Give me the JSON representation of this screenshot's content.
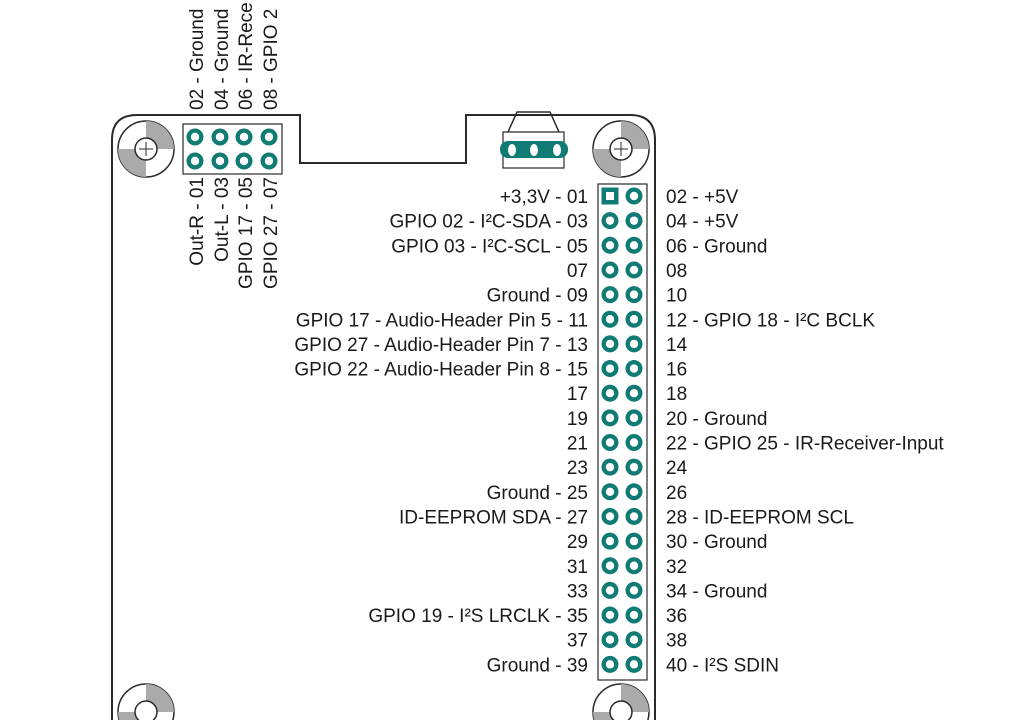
{
  "colors": {
    "pad_teal": "#0f7b74",
    "outline": "#2a2a2a",
    "text": "#1a1a1a",
    "mount_gray": "#aaaaaa"
  },
  "audio_header": {
    "top_labels": [
      "02 - Ground",
      "04 - Ground",
      "06 - IR-Rece",
      "08 - GPIO 2"
    ],
    "bottom_labels": [
      "Out-R - 01",
      "Out-L - 03",
      "GPIO 17 - 05",
      "GPIO 27 - 07"
    ]
  },
  "gpio_header": {
    "left_labels": [
      "+3,3V - 01",
      "GPIO 02 - I²C-SDA - 03",
      "GPIO 03 - I²C-SCL - 05",
      "07",
      "Ground - 09",
      "GPIO 17 - Audio-Header Pin 5 - 11",
      "GPIO 27 - Audio-Header Pin 7 - 13",
      "GPIO 22 - Audio-Header Pin 8 - 15",
      "17",
      "19",
      "21",
      "23",
      "Ground - 25",
      "ID-EEPROM SDA - 27",
      "29",
      "31",
      "33",
      "GPIO 19 - I²S LRCLK - 35",
      "37",
      "Ground - 39"
    ],
    "right_labels": [
      "02 - +5V",
      "04 - +5V",
      "06 - Ground",
      "08",
      "10",
      "12 - GPIO 18 - I²C BCLK",
      "14",
      "16",
      "18",
      "20 - Ground",
      "22 - GPIO 25 - IR-Receiver-Input",
      "24",
      "26",
      "28 - ID-EEPROM SCL",
      "30 - Ground",
      "32",
      "34 - Ground",
      "36",
      "38",
      "40 - I²S SDIN"
    ]
  }
}
